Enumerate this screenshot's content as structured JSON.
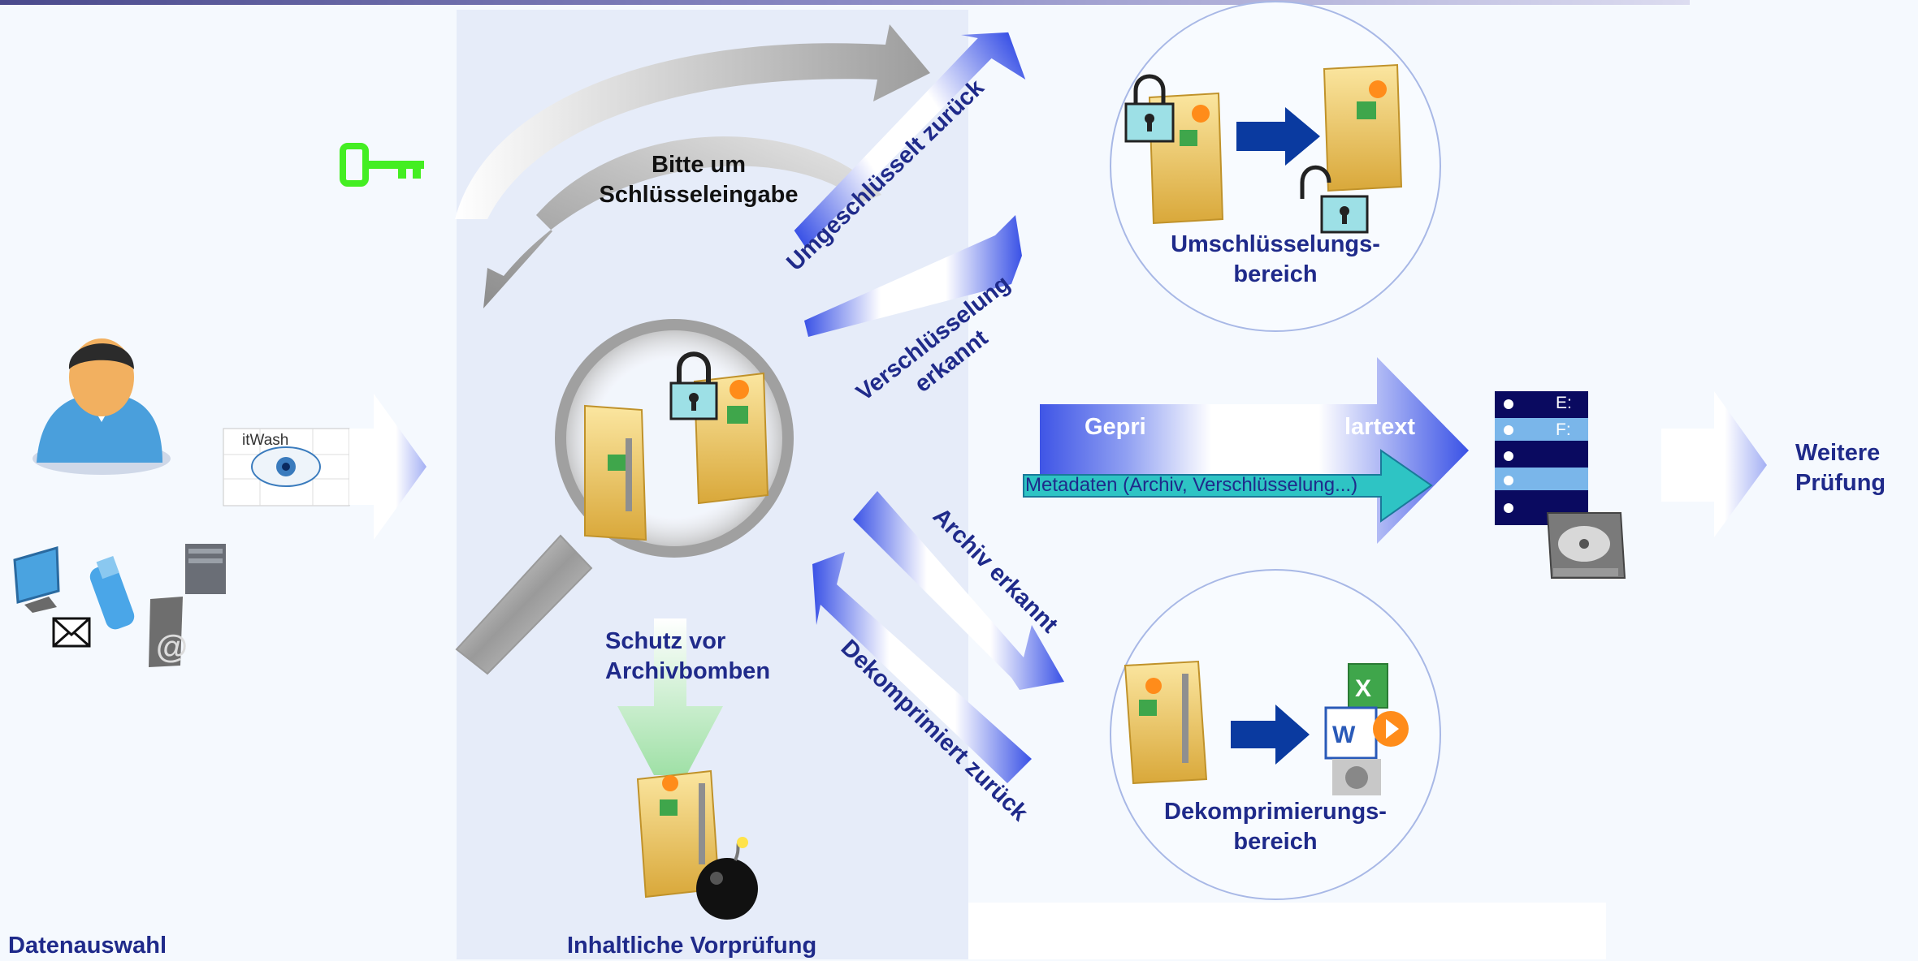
{
  "labels": {
    "data_selection": "Datenauswahl",
    "content_precheck": "Inhaltliche Vorprüfung",
    "key_request_line1": "Bitte um",
    "key_request_line2": "Schlüsseleingabe",
    "rekey_area_line1": "Umschlüsselungs-",
    "rekey_area_line2": "bereich",
    "decompress_area_line1": "Dekomprimierungs-",
    "decompress_area_line2": "bereich",
    "bomb_protection_line1": "Schutz vor",
    "bomb_protection_line2": "Archivbomben",
    "further_check_line1": "Weitere",
    "further_check_line2": "Prüfung",
    "plaintext_left": "Gepri",
    "plaintext_right": "lartext",
    "metadata": "Metadaten (Archiv, Verschlüsselung...)",
    "logo_text": "itWash"
  },
  "arrows": {
    "rekeyed_back": "Umgeschlüsselt zurück",
    "encryption_detected_line1": "Verschlüsselung",
    "encryption_detected_line2": "erkannt",
    "archive_detected": "Archiv erkannt",
    "decompressed_back": "Dekomprimiert zurück"
  },
  "drives": [
    "E:",
    "F:"
  ],
  "colors": {
    "label_blue": "#1f2a8a",
    "panel": "#e6ecf9",
    "arrow_blue": "#2f46e0",
    "key_green": "#44ee22",
    "metadata_teal": "#2ec4c4"
  }
}
